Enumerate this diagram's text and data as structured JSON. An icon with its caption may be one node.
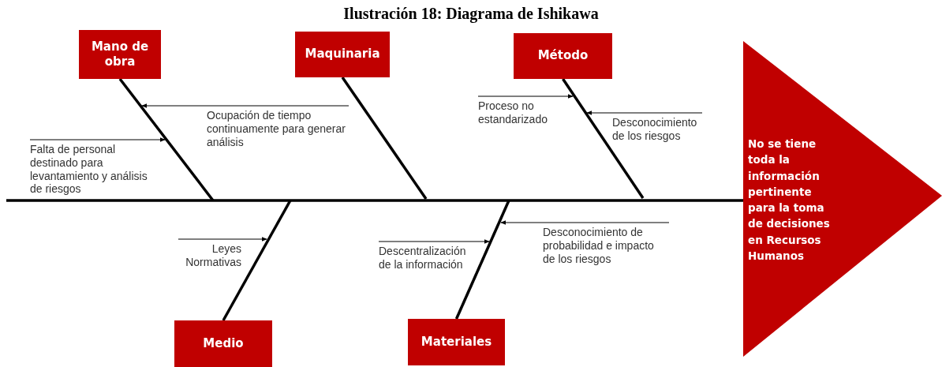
{
  "diagram": {
    "title": "Ilustración 18: Diagrama de Ishikawa",
    "nodes": [
      {
        "text": [
          "Mano de obra"
        ]
      },
      {
        "text": [
          "Maquinaria"
        ]
      },
      {
        "text": [
          "Método"
        ]
      },
      {
        "text": [
          "Ocupación de tiempo continuamente para generar análisis"
        ]
      },
      {
        "text": [
          "Proceso no estandarizado"
        ]
      },
      {
        "text": [
          "Desconocimiento de los riesgos"
        ]
      },
      {
        "text": [
          "Falta de personal destinado para levantamiento y análisis de riesgos"
        ]
      },
      {
        "text": [
          "No se tiene toda la información pertinente para la toma de decisiones en Recursos Humanos"
        ]
      },
      {
        "text": [
          "Leyes Normativas"
        ]
      },
      {
        "text": [
          "Descentralización de la información"
        ]
      },
      {
        "text": [
          "Desconocimiento de probabilidad e impacto de los riesgos"
        ]
      },
      {
        "text": [
          "Medio"
        ]
      },
      {
        "text": [
          "Materiales"
        ]
      }
    ],
    "edges": [
      {
        "from": null,
        "to": 7,
        "arrow": "none",
        "style": "thick"
      },
      {
        "from": 0,
        "to": null,
        "arrow": "none",
        "style": "thick"
      },
      {
        "from": 1,
        "to": null,
        "arrow": "none",
        "style": "thick"
      },
      {
        "from": 2,
        "to": null,
        "arrow": "none",
        "style": "thick"
      },
      {
        "from": 11,
        "to": null,
        "arrow": "none",
        "style": "thick"
      },
      {
        "from": 12,
        "to": null,
        "arrow": "none",
        "style": "thick"
      },
      {
        "from": 3,
        "to": null,
        "arrow": "to"
      },
      {
        "from": 4,
        "to": null,
        "arrow": "to"
      },
      {
        "from": 5,
        "to": null,
        "arrow": "to"
      },
      {
        "from": 6,
        "to": null,
        "arrow": "to"
      },
      {
        "from": 8,
        "to": null,
        "arrow": "to"
      },
      {
        "from": 9,
        "to": null,
        "arrow": "to"
      },
      {
        "from": 10,
        "to": null,
        "arrow": "to"
      }
    ]
  }
}
